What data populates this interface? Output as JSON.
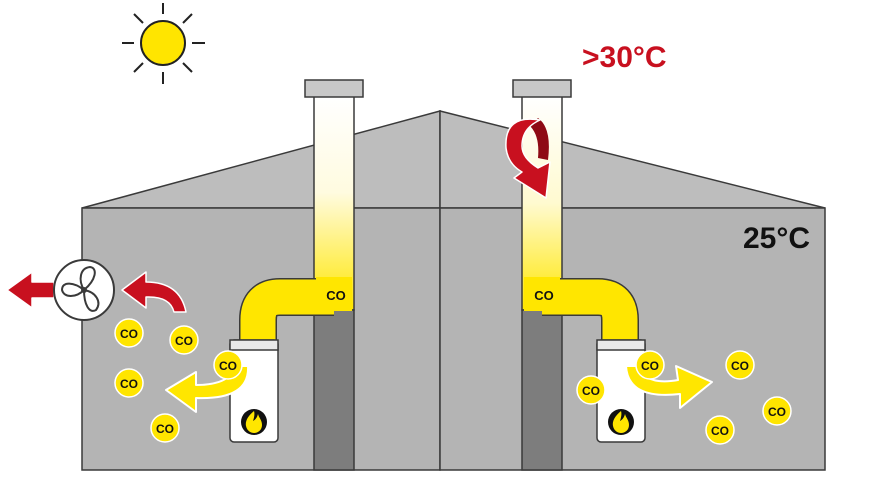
{
  "labels": {
    "co": "CO",
    "temp_outside": ">30°C",
    "temp_inside": "25°C"
  },
  "icons": {
    "sun": "sun-icon",
    "fan": "fan-icon",
    "flame": "flame-icon",
    "arrow_exhaust": "arrow-left-icon",
    "arrow_downdraft": "curved-arrow-down-icon"
  },
  "colors": {
    "wall": "#b4b4b4",
    "roof": "#bdbdbd",
    "outline": "#3a3a3a",
    "flue_yellow": "#ffe600",
    "co_yellow": "#ffe500",
    "arrow_red": "#c8101f",
    "temp_red": "#c8101f",
    "temp_black": "#111111",
    "sun": "#ffe500",
    "chimney_core": "#7d7d7d"
  }
}
